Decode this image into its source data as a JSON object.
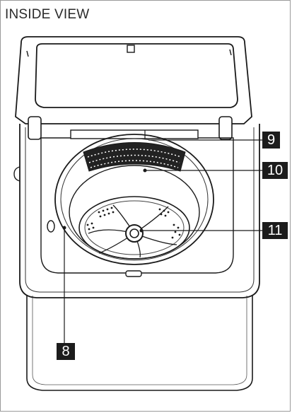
{
  "title": "INSIDE VIEW",
  "callouts": {
    "c8": "8",
    "c9": "9",
    "c10": "10",
    "c11": "11"
  },
  "colors": {
    "line": "#1a1a1a",
    "label_bg": "#1c1c1c",
    "label_text": "#ffffff",
    "frame": "#9a9a9a"
  }
}
